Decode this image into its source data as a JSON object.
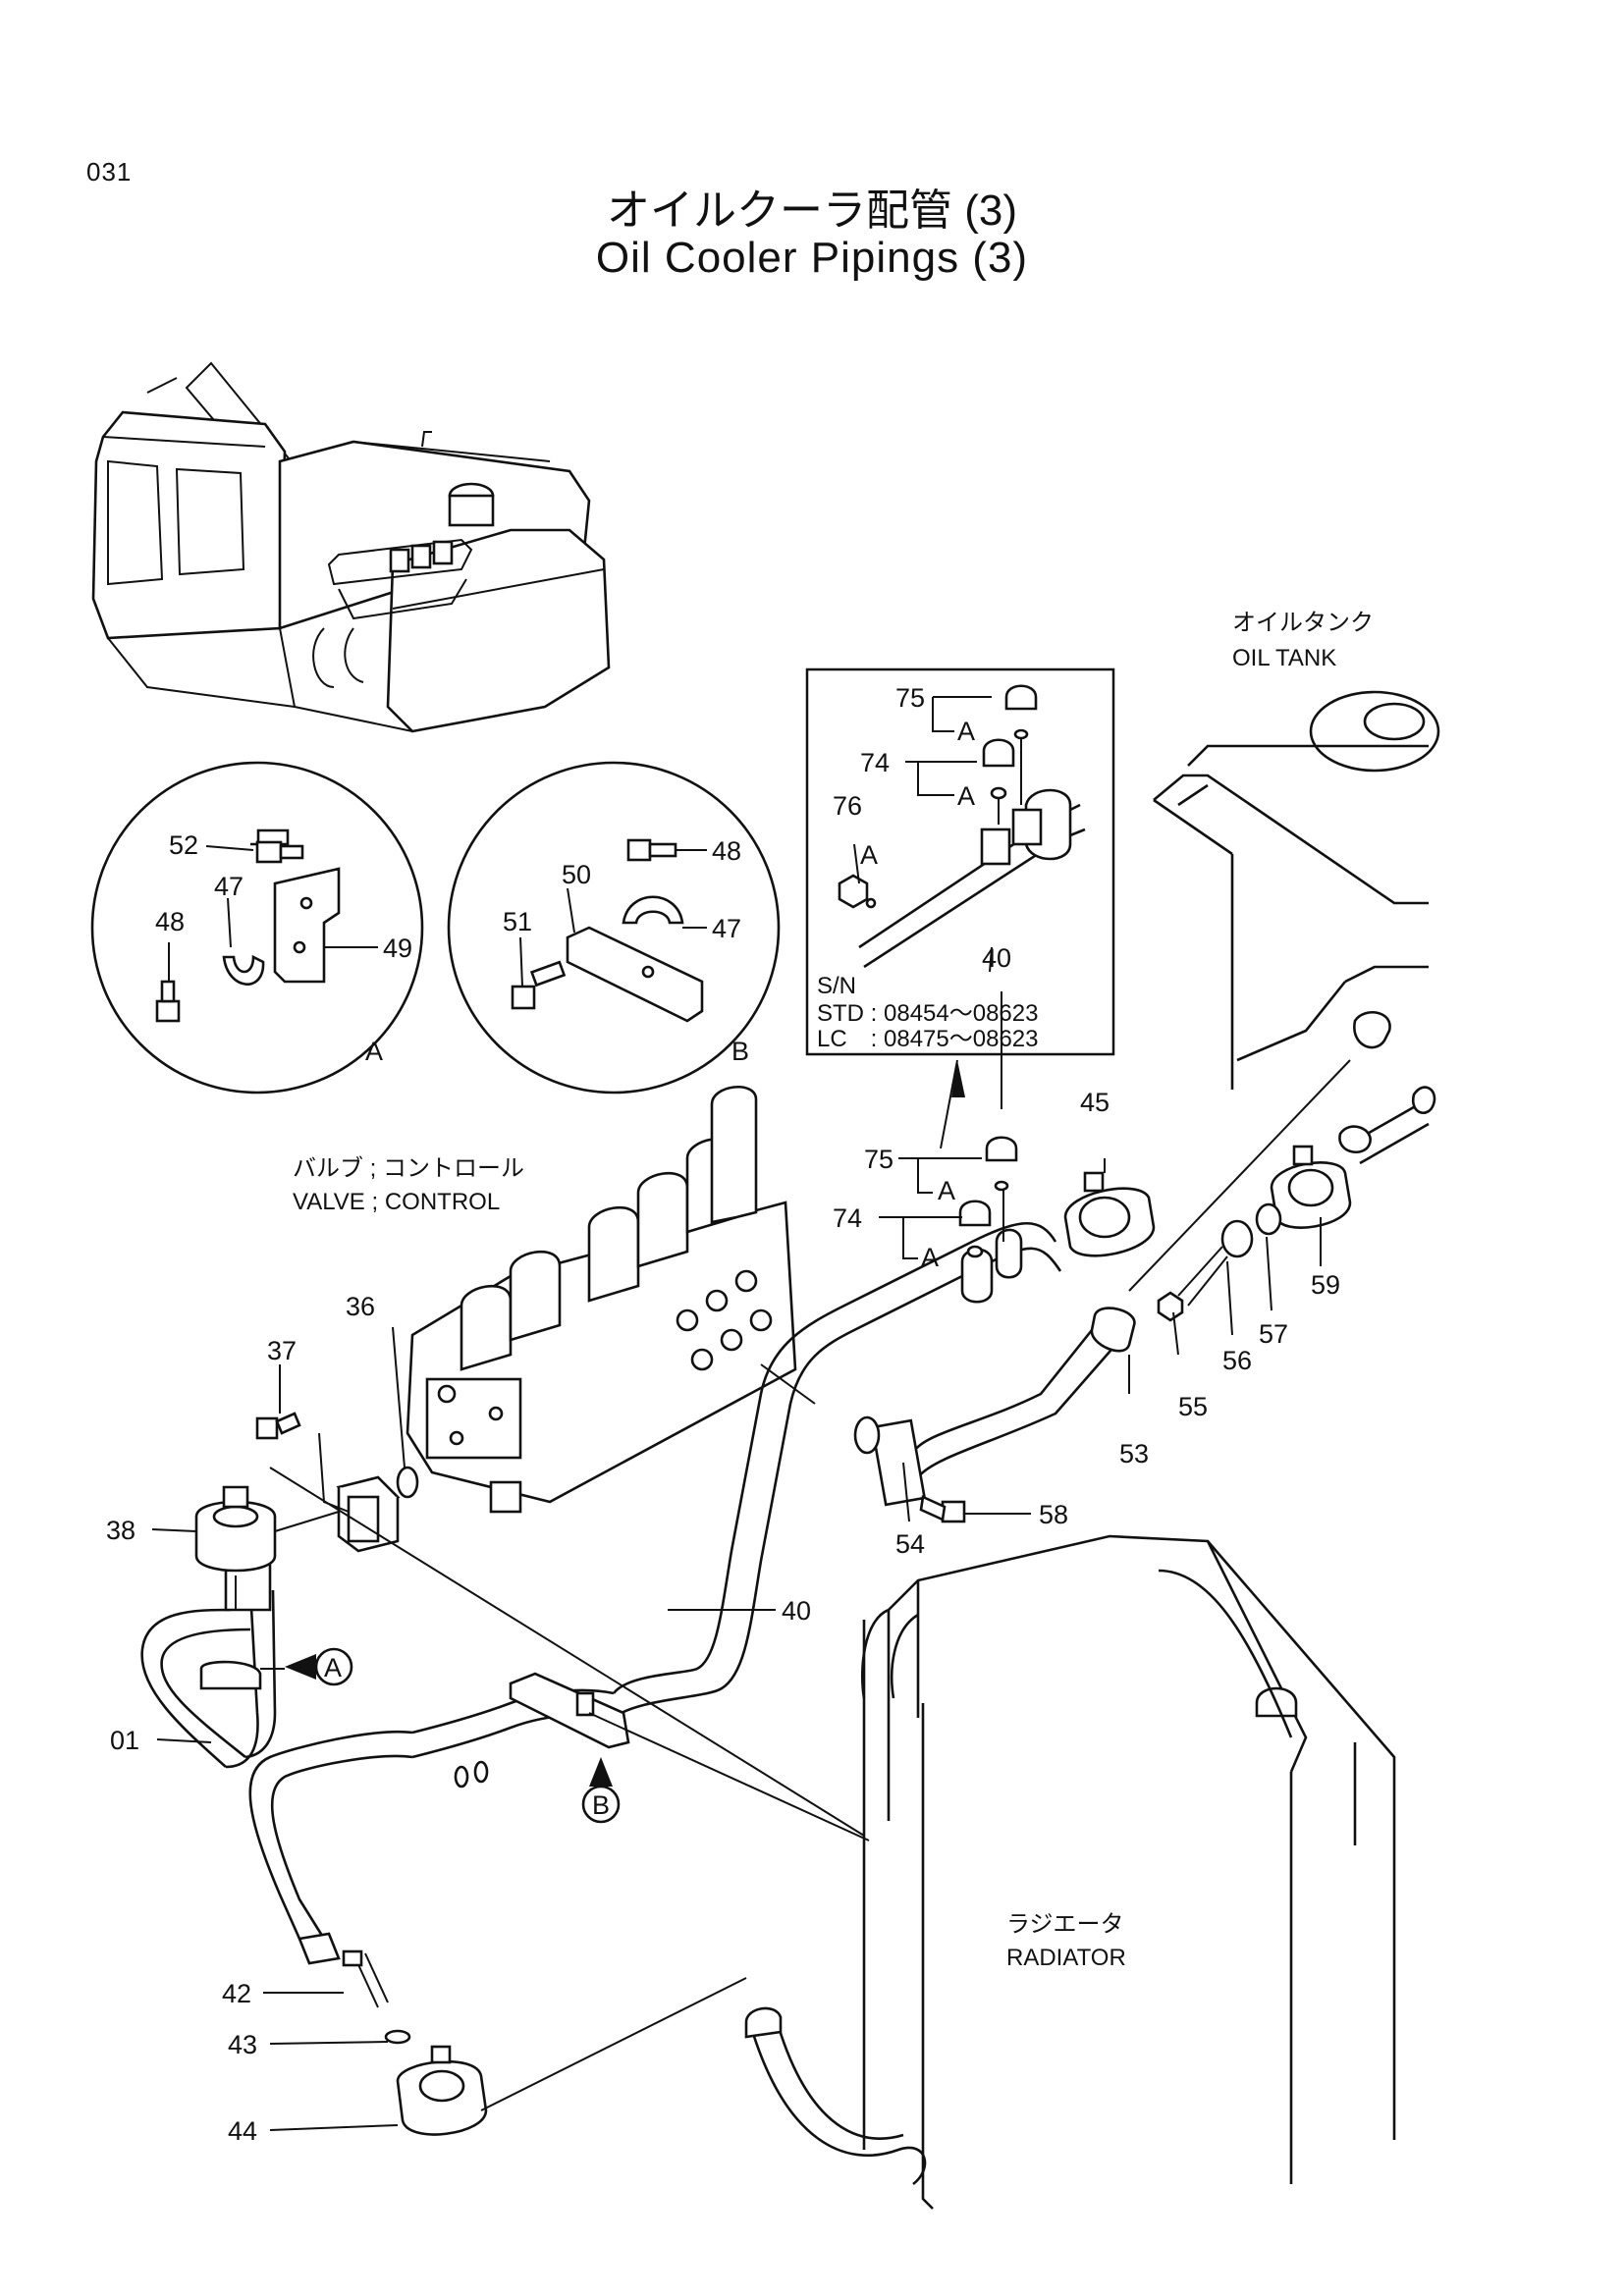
{
  "page": {
    "code": "031",
    "title_jp": "オイルクーラ配管 (3)",
    "title_en": "Oil Cooler Pipings (3)"
  },
  "callouts": {
    "oil_tank_jp": "オイルタンク",
    "oil_tank_en": "OIL TANK",
    "valve_jp": "バルブ ; コントロール",
    "valve_en": "VALVE ; CONTROL",
    "radiator_jp": "ラジエータ",
    "radiator_en": "RADIATOR"
  },
  "detail_a": {
    "tag": "A",
    "parts": [
      "52",
      "47",
      "48",
      "49"
    ]
  },
  "detail_b": {
    "tag": "B",
    "parts": [
      "48",
      "50",
      "51",
      "47"
    ]
  },
  "inset": {
    "parts": [
      "75",
      "74",
      "76",
      "40"
    ],
    "sub_tag": "A",
    "sn_label": "S/N",
    "std_line": "STD : 08454～08623",
    "lc_line": "LC　: 08475～08623"
  },
  "part_labels": [
    "75",
    "74",
    "45",
    "59",
    "57",
    "56",
    "55",
    "53",
    "58",
    "54",
    "40",
    "36",
    "37",
    "38",
    "01",
    "42",
    "43",
    "44"
  ],
  "view_markers": [
    "A",
    "B"
  ]
}
